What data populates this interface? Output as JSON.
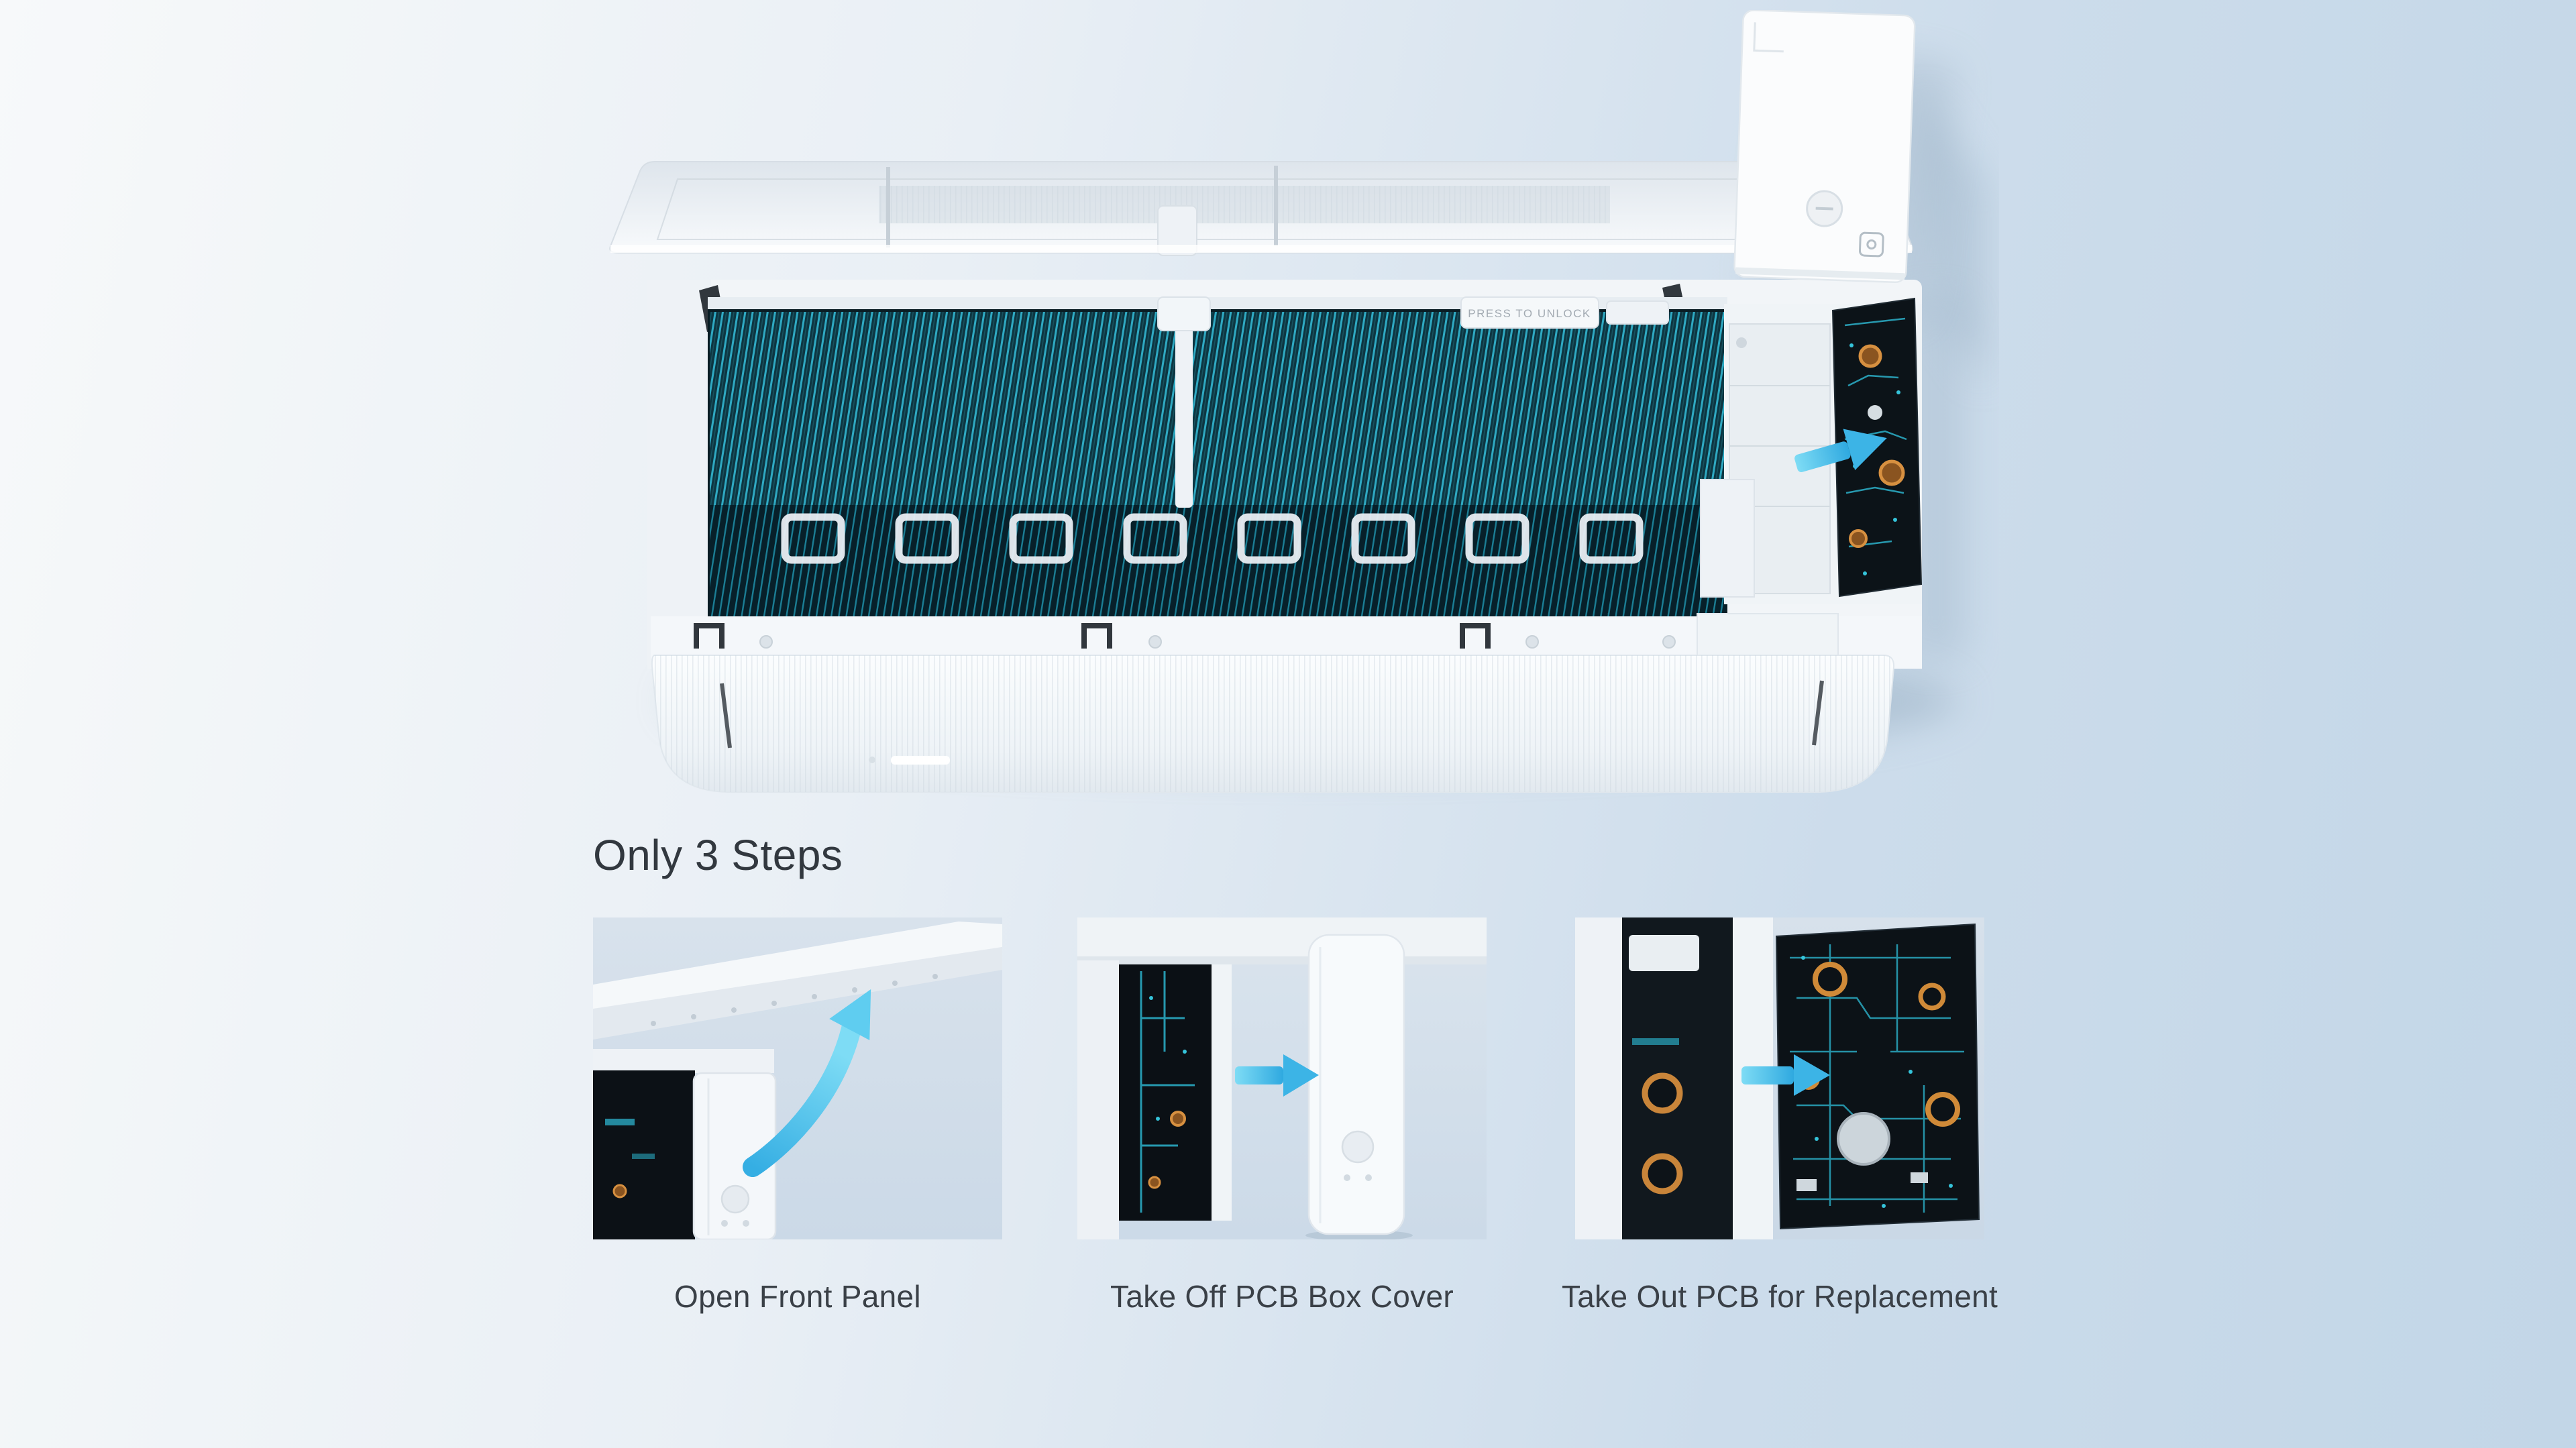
{
  "hero": {
    "press_to_unlock": "PRESS TO UNLOCK"
  },
  "steps_section": {
    "heading": "Only 3 Steps",
    "steps": [
      {
        "label": "Open Front Panel"
      },
      {
        "label": "Take Off PCB Box Cover"
      },
      {
        "label": "Take Out PCB for Replacement"
      }
    ]
  },
  "colors": {
    "background_left": "#f7f9fa",
    "background_right": "#c2d6e7",
    "coil_teal": "#2fa9c2",
    "arrow_cyan": "#45bce8",
    "pcb_dark": "#0c1318",
    "component_copper": "#d08a38",
    "text": "#32383f"
  }
}
